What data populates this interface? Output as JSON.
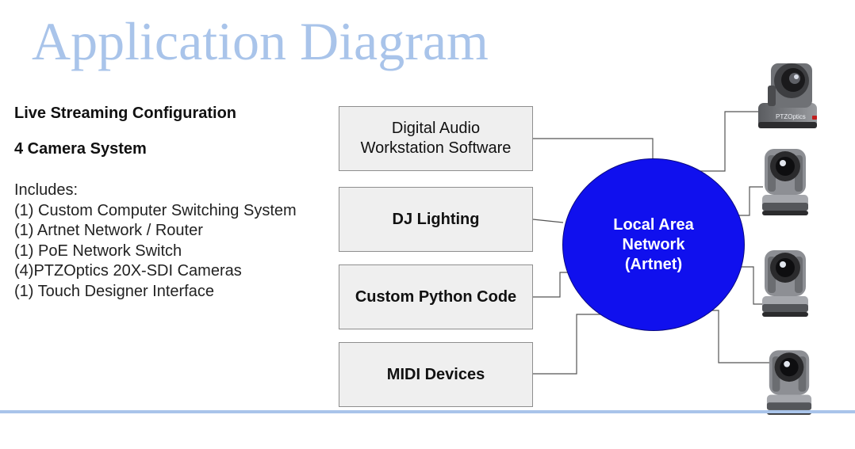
{
  "title": "Application Diagram",
  "config_heading": "Live Streaming Configuration",
  "system_heading": "4 Camera System",
  "includes": {
    "heading": "Includes:",
    "items": [
      "(1) Custom Computer Switching System",
      "(1) Artnet Network / Router",
      "(1) PoE Network Switch",
      "(4)PTZOptics 20X-SDI Cameras",
      "(1) Touch Designer Interface"
    ]
  },
  "boxes": [
    {
      "lines": [
        "Digital Audio",
        "Workstation Software"
      ]
    },
    {
      "lines": [
        "DJ Lighting"
      ]
    },
    {
      "lines": [
        "Custom Python Code"
      ]
    },
    {
      "lines": [
        "MIDI Devices"
      ]
    }
  ],
  "network": {
    "lines": [
      "Local Area",
      "Network",
      "(Artnet)"
    ]
  },
  "camera_logo": "PTZOptics",
  "colors": {
    "title": "#a9c4ea",
    "network_fill": "#1010ee",
    "box_fill": "#efefef",
    "rule": "#a9c4ea"
  }
}
